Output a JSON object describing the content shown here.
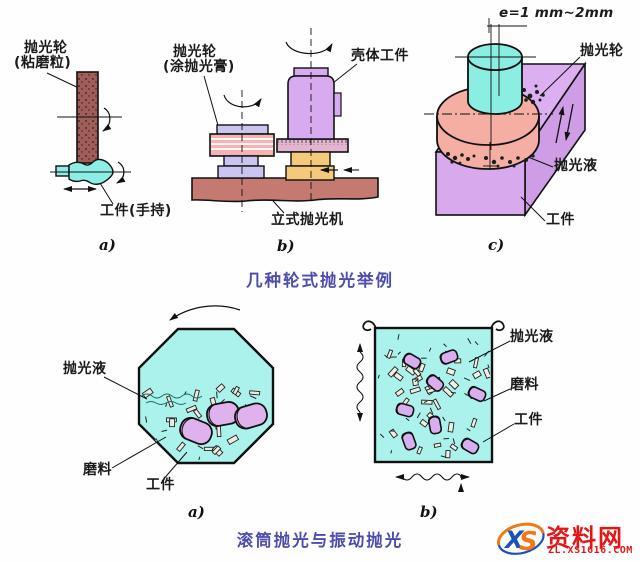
{
  "captions": {
    "wheel_examples": "几种轮式抛光举例",
    "barrel_vibration": "滚筒抛光与振动抛光"
  },
  "figure_a": {
    "label_wheel_1": "抛光轮",
    "label_wheel_2": "(粘磨粒)",
    "label_workpiece": "工件(手持)",
    "sublabel": "a)"
  },
  "figure_b": {
    "label_wheel_1": "抛光轮",
    "label_wheel_2": "(涂抛光膏)",
    "label_shell": "壳体工件",
    "label_machine": "立式抛光机",
    "sublabel": "b)"
  },
  "figure_c": {
    "dimension": "e=1 mm~2mm",
    "label_wheel": "抛光轮",
    "label_fluid": "抛光液",
    "label_workpiece": "工件",
    "sublabel": "c)"
  },
  "figure_d": {
    "label_fluid": "抛光液",
    "label_abrasive": "磨料",
    "label_workpiece": "工件",
    "sublabel": "a)"
  },
  "figure_e": {
    "label_fluid": "抛光液",
    "label_abrasive": "磨料",
    "label_workpiece": "工件",
    "sublabel": "b)"
  },
  "watermark": {
    "logo_x": "X",
    "logo_s": "S",
    "site_name": "资料网",
    "site_url": "ZL.XS1616.COM"
  },
  "colors": {
    "caption_blue": "#4d4dae",
    "label_black": "#1b1b1b",
    "abrasive_wheel_brown": "#a05e58",
    "workpiece_cyan": "#8deee6",
    "wheel_pink": "#f4b4b4",
    "spindle_lavender": "#c9c4f0",
    "shell_purple": "#d8abf0",
    "flange_mauve": "#e3b4d0",
    "block_orange": "#f5c97b",
    "base_brown": "#c57a71",
    "disc_pink": "#f4aea4",
    "block_purple": "#d8a9ec",
    "liquid_cyan": "#abf2ec",
    "tumbling_workpiece_purple": "#dfb2ee",
    "watermark_red": "#e01818",
    "watermark_blue": "#1c52b8",
    "watermark_orange": "#f07818"
  }
}
